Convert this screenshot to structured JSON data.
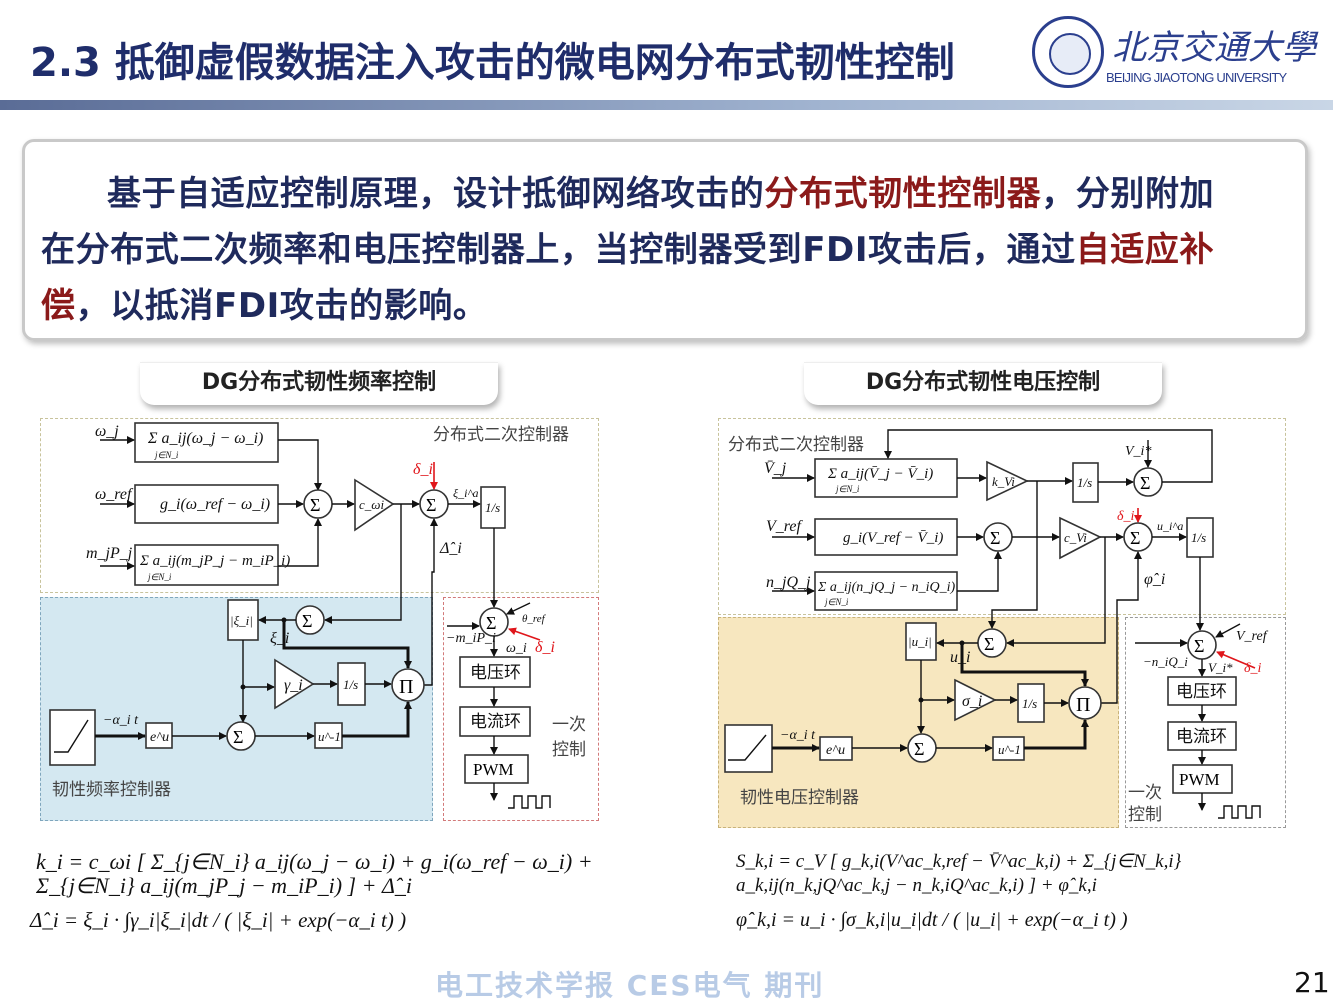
{
  "header": {
    "title": "2.3 抵御虚假数据注入攻击的微电网分布式韧性控制",
    "logo_cn": "北京交通大學",
    "logo_en": "BEIJING JIAOTONG UNIVERSITY"
  },
  "summary": {
    "lines": [
      [
        {
          "text": "基于自适应控制原理，设计抵御网络攻击的"
        },
        {
          "text": "分布式韧性控制器",
          "highlight": true
        },
        {
          "text": "，分别附加"
        }
      ],
      [
        {
          "text": "在分布式二次频率和电压控制器上，当控制器受到FDI攻击后，通过"
        },
        {
          "text": "自适应补",
          "highlight": true
        }
      ],
      [
        {
          "text": "偿",
          "highlight": true
        },
        {
          "text": "，以抵消FDI攻击的影响。"
        }
      ]
    ],
    "text_color": "#1f2a5c",
    "highlight_color": "#8b1a1a"
  },
  "left": {
    "tab": "DG分布式韧性频率控制",
    "secondary_label": "分布式二次控制器",
    "resilient_label": "韧性频率控制器",
    "primary_label": [
      "一次",
      "控制"
    ],
    "region_color": "#d4e8f1",
    "blocks": {
      "b1": "Σ a_ij(ω_j − ω_i)",
      "b1_sub": "j∈N_i",
      "b2": "g_i(ω_ref − ω_i)",
      "b3": "Σ a_ij(m_jP_j − m_iP_i)",
      "b3_sub": "j∈N_i",
      "gain_c": "c_ωi",
      "integrator": "1/s",
      "abs": "|ξ_i|",
      "gain_gamma": "γ_i",
      "exp": "e^u",
      "inv": "u^-1",
      "sum": "Σ",
      "prod": "Π",
      "voltage_loop": "电压环",
      "current_loop": "电流环",
      "pwm": "PWM"
    },
    "signals": {
      "omega_j": "ω_j",
      "omega_ref": "ω_ref",
      "mjPj": "m_jP_j",
      "delta": "δ_i",
      "xi_a": "ξ_i^a",
      "delta_hat": "Δ̂_i",
      "xi": "ξ_i",
      "theta_ref": "θ_ref",
      "miPi": "−m_iP_i",
      "omega_i": "ω_i",
      "ramp": "−α_i t"
    }
  },
  "right": {
    "tab": "DG分布式韧性电压控制",
    "secondary_label": "分布式二次控制器",
    "resilient_label": "韧性电压控制器",
    "primary_label": [
      "一次",
      "控制"
    ],
    "region_color": "#f7e7bf",
    "blocks": {
      "b1": "Σ a_ij(V̄_j − V̄_i)",
      "b1_sub": "j∈N_i",
      "b2": "g_i(V_ref − V̄_i)",
      "b3": "Σ a_ij(n_jQ_j − n_iQ_i)",
      "b3_sub": "j∈N_i",
      "gain_k": "k_Vi",
      "gain_c": "c_Vi",
      "integrator": "1/s",
      "abs": "|u_i|",
      "gain_sigma": "σ_i",
      "exp": "e^u",
      "inv": "u^-1",
      "sum": "Σ",
      "prod": "Π",
      "voltage_loop": "电压环",
      "current_loop": "电流环",
      "pwm": "PWM"
    },
    "signals": {
      "Vj": "V̄_j",
      "Vref": "V_ref",
      "njQj": "n_jQ_j",
      "Vstar": "V_i*",
      "delta": "δ_i",
      "ua": "u_i^a",
      "phi_hat": "φ̂_i",
      "u": "u_i",
      "niQi": "−n_iQ_i",
      "Vref2": "V_ref",
      "Vstar2": "V_i*",
      "ramp": "−α_i t"
    }
  },
  "formulas": {
    "k": "k_i = c_ωi [ Σ_{j∈N_i} a_ij(ω_j − ω_i) + g_i(ω_ref − ω_i) + Σ_{j∈N_i} a_ij(m_jP_j − m_iP_i) ] + Δ̂_i",
    "delta_hat": "Δ̂_i = ξ_i · ∫γ_i|ξ_i|dt / ( |ξ_i| + exp(−α_i t) )",
    "S": "S_k,i = c_V [ g_k,i(V^ac_k,ref − V̄^ac_k,i) + Σ_{j∈N_k,i} a_k,ij(n_k,jQ^ac_k,j − n_k,iQ^ac_k,i) ] + φ̂_k,i",
    "phi_hat": "φ̂_k,i = u_i · ∫σ_k,i|u_i|dt / ( |u_i| + exp(−α_i t) )"
  },
  "watermark": "电工技术学报 CES电气 期刊",
  "page_number": "21"
}
